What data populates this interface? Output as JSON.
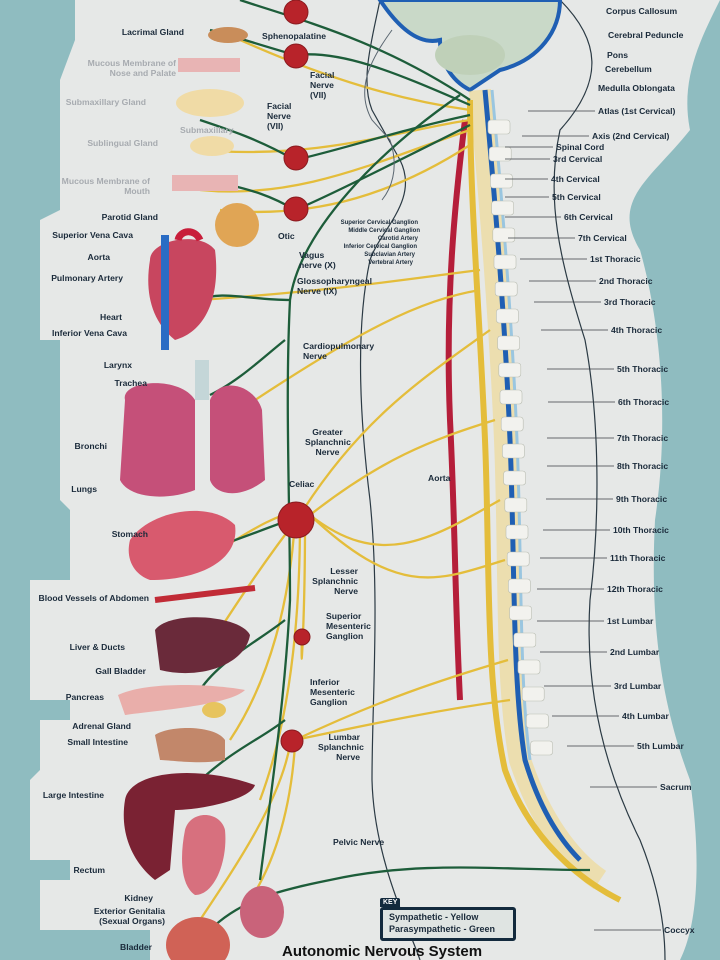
{
  "poster": {
    "title": "Autonomic Nervous System",
    "key": {
      "tag": "KEY",
      "sympathetic": "Sympathetic - Yellow",
      "parasympathetic": "Parasympathetic - Green"
    },
    "colors": {
      "sympathetic": "#e4bd3b",
      "parasympathetic": "#1d5d3a",
      "ganglion": "#b8232a",
      "artery": "#b51e3a",
      "vein": "#1d5fb0",
      "background_wall": "#8fbcc0",
      "poster": "#e6e8e7"
    }
  },
  "organs_left": [
    {
      "label": "Lacrimal Gland"
    },
    {
      "label": "Mucous Membrane of Nose and Palate"
    },
    {
      "label": "Submaxillary Gland"
    },
    {
      "label": "Sublingual Gland"
    },
    {
      "label": "Mucous Membrane of Mouth"
    },
    {
      "label": "Parotid Gland"
    },
    {
      "label": "Superior Vena Cava"
    },
    {
      "label": "Aorta"
    },
    {
      "label": "Pulmonary Artery"
    },
    {
      "label": "Heart"
    },
    {
      "label": "Inferior Vena Cava"
    },
    {
      "label": "Larynx"
    },
    {
      "label": "Trachea"
    },
    {
      "label": "Bronchi"
    },
    {
      "label": "Lungs"
    },
    {
      "label": "Stomach"
    },
    {
      "label": "Blood Vessels of Abdomen"
    },
    {
      "label": "Liver & Ducts"
    },
    {
      "label": "Gall Bladder"
    },
    {
      "label": "Pancreas"
    },
    {
      "label": "Adrenal Gland"
    },
    {
      "label": "Small Intestine"
    },
    {
      "label": "Large Intestine"
    },
    {
      "label": "Rectum"
    },
    {
      "label": "Kidney"
    },
    {
      "label": "Exterior Genitalia"
    },
    {
      "label": "(Sexual Organs)"
    },
    {
      "label": "Bladder"
    }
  ],
  "ganglia_nerves": [
    {
      "label": "Sphenopalatine"
    },
    {
      "label": "Facial Nerve (VII)"
    },
    {
      "label": "Facial Nerve (VII)"
    },
    {
      "label": "Submaxillary"
    },
    {
      "label": "Otic"
    },
    {
      "label": "Vagus nerve (X)"
    },
    {
      "label": "Glossopharyngeal Nerve (IX)"
    },
    {
      "label": "Cardiopulmonary Nerve"
    },
    {
      "label": "Greater Splanchnic Nerve"
    },
    {
      "label": "Celiac"
    },
    {
      "label": "Lesser Splanchnic Nerve"
    },
    {
      "label": "Superior Mesenteric Ganglion"
    },
    {
      "label": "Inferior Mesenteric Ganglion"
    },
    {
      "label": "Lumbar Splanchnic Nerve"
    },
    {
      "label": "Pelvic Nerve"
    },
    {
      "label": "Aorta"
    }
  ],
  "neck_labels": [
    {
      "label": "Superior Cervical Ganglion"
    },
    {
      "label": "Middle Cervical Ganglion"
    },
    {
      "label": "Carotid Artery"
    },
    {
      "label": "Inferior Cervical Ganglion"
    },
    {
      "label": "Subclavian Artery"
    },
    {
      "label": "Vertebral Artery"
    }
  ],
  "brain_labels": [
    {
      "label": "Corpus Callosum"
    },
    {
      "label": "Cerebral Peduncle"
    },
    {
      "label": "Pons"
    },
    {
      "label": "Cerebellum"
    },
    {
      "label": "Medulla Oblongata"
    }
  ],
  "spine_labels": [
    {
      "label": "Atlas (1st Cervical)"
    },
    {
      "label": "Axis (2nd Cervical)"
    },
    {
      "label": "Spinal Cord"
    },
    {
      "label": "3rd Cervical"
    },
    {
      "label": "4th Cervical"
    },
    {
      "label": "5th Cervical"
    },
    {
      "label": "6th Cervical"
    },
    {
      "label": "7th Cervical"
    },
    {
      "label": "1st Thoracic"
    },
    {
      "label": "2nd Thoracic"
    },
    {
      "label": "3rd Thoracic"
    },
    {
      "label": "4th Thoracic"
    },
    {
      "label": "5th Thoracic"
    },
    {
      "label": "6th Thoracic"
    },
    {
      "label": "7th Thoracic"
    },
    {
      "label": "8th Thoracic"
    },
    {
      "label": "9th Thoracic"
    },
    {
      "label": "10th Thoracic"
    },
    {
      "label": "11th Thoracic"
    },
    {
      "label": "12th Thoracic"
    },
    {
      "label": "1st Lumbar"
    },
    {
      "label": "2nd Lumbar"
    },
    {
      "label": "3rd Lumbar"
    },
    {
      "label": "4th Lumbar"
    },
    {
      "label": "5th Lumbar"
    },
    {
      "label": "Sacrum"
    },
    {
      "label": "Coccyx"
    }
  ]
}
